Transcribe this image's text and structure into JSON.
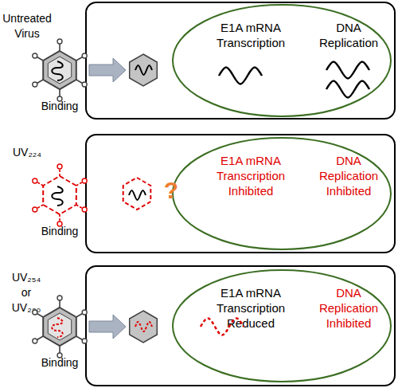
{
  "diagram": {
    "nodes": [
      {
        "text": [
          "Untreated Virus"
        ]
      },
      {
        "text": [
          "Binding"
        ]
      },
      {
        "text": [
          "E1A mRNA Transcription",
          "DNA Replication"
        ],
        "in": 0
      },
      {
        "text": [
          "UV₂₂₄"
        ]
      },
      {
        "text": [
          "Binding"
        ]
      },
      {
        "text": [
          "E1A mRNA Transcription Inhibited",
          "DNA Replication Inhibited"
        ],
        "in": 3
      },
      {
        "text": [
          "UV₂₅₄ or UV₂₈₀"
        ]
      },
      {
        "text": [
          "Binding"
        ]
      },
      {
        "text": [
          "E1A mRNA Transcription Reduced",
          "DNA Replication Inhibited"
        ],
        "in": 6
      }
    ],
    "labels": [
      "?"
    ]
  }
}
